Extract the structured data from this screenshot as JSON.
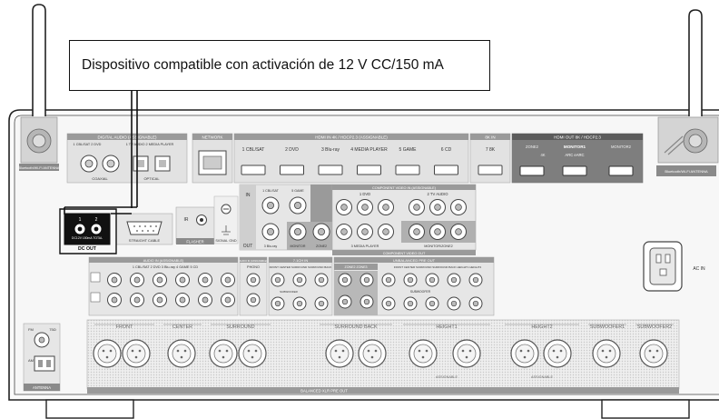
{
  "callout": {
    "text": "Dispositivo compatible con activación de 12 V CC/150 mA"
  },
  "panel_labels": {
    "digital_audio": "DIGITAL AUDIO (ASSIGNABLE)",
    "coaxial_in": "1 CBL/SAT  2 DVD",
    "optical_in": "1 TV AUDIO  2 MEDIA PLAYER",
    "coaxial": "COAXIAL",
    "optical": "OPTICAL",
    "network": "NETWORK",
    "hdmi_in": "HDMI IN  4K / HDCP2.3 (ASSIGNABLE)",
    "hdmi_inputs": [
      "1 CBL/SAT",
      "2 DVD",
      "3 Blu-ray",
      "4 MEDIA PLAYER",
      "5 GAME",
      "6 CD"
    ],
    "hdmi_8k_in": "8K IN",
    "hdmi_8k_input": "7 8K",
    "hdmi_out": "HDMI OUT  8K / HDCP2.3",
    "hdmi_zone2": "ZONE2",
    "hdmi_monitor1": "MONITOR1",
    "hdmi_monitor2": "MONITOR2",
    "hdmi_4k": "4K",
    "hdmi_arc": "ARC eARC",
    "antenna_left": "Bluetooth/Wi-Fi ANTENNA",
    "antenna_right": "Bluetooth/Wi-Fi ANTENNA",
    "dc_out_nums": [
      "1",
      "2"
    ],
    "dc_out_sub": "DC12V 150mA TOTAL",
    "dc_out": "DC OUT",
    "straight_cable": "STRAIGHT CABLE",
    "flasher": "FLASHER",
    "ir_in": "IR",
    "signal_gnd": "SIGNAL GND",
    "video_in": "IN",
    "video_out": "OUT",
    "component_video": "COMPONENT VIDEO IN (ASSIGNABLE)",
    "component_dvd": "1 DVD",
    "component_tv": "2 TV AUDIO",
    "component_media": "3 MEDIA PLAYER",
    "monitor_zone2": "MONITOR/ZONE2",
    "component_video_out": "COMPONENT VIDEO OUT",
    "video_cbl": "1 CBL/SAT",
    "video_game": "5 GAME",
    "video_bluray": "3 Blu-ray",
    "video_monitor": "MONITOR",
    "video_zone2": "ZONE2",
    "audio_in": "AUDIO IN (ASSIGNABLE)",
    "audio_inputs": "1 CBL/SAT  2 DVD  3 Blu-ray  4 GAME  5 CD",
    "phono": "PHONO",
    "ch71_in": "7.1CH IN",
    "ch71_labels": "FRONT CENTER SURROUND SURROUND BACK",
    "subwoofer_small": "SUBWOOFER",
    "unbalanced_pre_out": "UNBALANCED PRE OUT",
    "zone2_zone3": "ZONE2  ZONE3",
    "pre_out_labels": "FRONT CENTER SURROUND SURROUND BACK HEIGHT1 HEIGHT2",
    "pre_out_sub": "SUBWOOFER",
    "ac_in": "AC IN",
    "fm": "FM",
    "fm_ohm": "75Ω",
    "am": "AM",
    "antenna": "ANTENNA",
    "xlr_groups": [
      "FRONT",
      "CENTER",
      "SURROUND",
      "SURROUND BACK",
      "HEIGHT1",
      "HEIGHT2",
      "SUBWOOFER1",
      "SUBWOOFER2"
    ],
    "assignable": "ASSIGNABLE",
    "balanced_xlr": "BALANCED XLR PRE OUT"
  }
}
